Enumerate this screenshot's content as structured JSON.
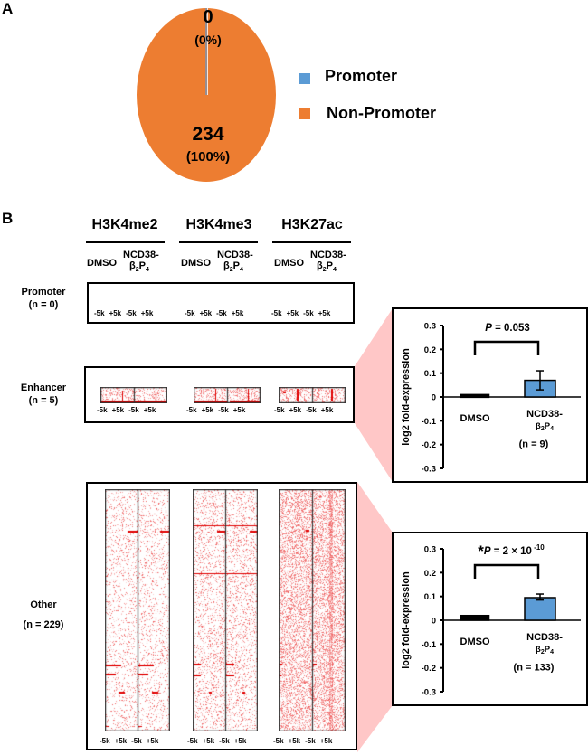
{
  "panel_a": {
    "label": "A",
    "chart_data": {
      "type": "pie",
      "slices": [
        {
          "name": "Promoter",
          "value": 0,
          "percent": "0%",
          "count_label": "0",
          "percent_label": "(0%)",
          "color": "#5b9bd5"
        },
        {
          "name": "Non-Promoter",
          "value": 234,
          "percent": "100%",
          "count_label": "234",
          "percent_label": "(100%)",
          "color": "#ed7d31"
        }
      ],
      "legend": {
        "placement": "right",
        "entries": [
          "Promoter",
          "Non-Promoter"
        ]
      }
    }
  },
  "panel_b": {
    "label": "B",
    "histone_marks": [
      "H3K4me2",
      "H3K4me3",
      "H3K27ac"
    ],
    "conditions": {
      "dmso": "DMSO",
      "ncd_line1": "NCD38-",
      "ncd_beta": "β",
      "ncd_sub2": "2",
      "ncd_p": "P",
      "ncd_sub4": "4"
    },
    "tick_labels": [
      "-5k",
      "+5k",
      "-5k",
      "+5k"
    ],
    "rows": [
      {
        "name": "Promoter",
        "n_label": "(n = 0)"
      },
      {
        "name": "Enhancer",
        "n_label": "(n = 5)"
      },
      {
        "name": "Other",
        "n_label": "(n = 229)"
      }
    ],
    "accent_color": "#e00000",
    "funnel_color": "#ffc7c7",
    "chart_data": [
      {
        "type": "bar",
        "title": "P = 0.053",
        "p_prefix": "P",
        "p_text": " = 0.053",
        "ylabel": "log2 fold-expression",
        "ylim": [
          -0.3,
          0.3
        ],
        "yticks": [
          "0.3",
          "0.2",
          "0.1",
          "0",
          "-0.1",
          "-0.2",
          "-0.3"
        ],
        "ytick_values": [
          0.3,
          0.2,
          0.1,
          0,
          -0.1,
          -0.2,
          -0.3
        ],
        "categories": [
          "DMSO",
          "NCD38-β2P4"
        ],
        "values": [
          0.01,
          0.07
        ],
        "error_low": [
          null,
          0.03
        ],
        "error_high": [
          null,
          0.11
        ],
        "colors": [
          "#000000",
          "#5b9bd5"
        ],
        "n_label": "(n = 9)",
        "significant": false
      },
      {
        "type": "bar",
        "title": "*P = 2 × 10^-10",
        "star": "*",
        "p_prefix": "P",
        "p_text": " = 2 × 10",
        "p_exp": "-10",
        "ylabel": "log2 fold-expression",
        "ylim": [
          -0.3,
          0.3
        ],
        "yticks": [
          "0.3",
          "0.2",
          "0.1",
          "0",
          "-0.1",
          "-0.2",
          "-0.3"
        ],
        "ytick_values": [
          0.3,
          0.2,
          0.1,
          0,
          -0.1,
          -0.2,
          -0.3
        ],
        "categories": [
          "DMSO",
          "NCD38-β2P4"
        ],
        "values": [
          0.02,
          0.095
        ],
        "error_low": [
          null,
          0.085
        ],
        "error_high": [
          null,
          0.11
        ],
        "colors": [
          "#000000",
          "#5b9bd5"
        ],
        "n_label": "(n = 133)",
        "significant": true
      }
    ]
  }
}
